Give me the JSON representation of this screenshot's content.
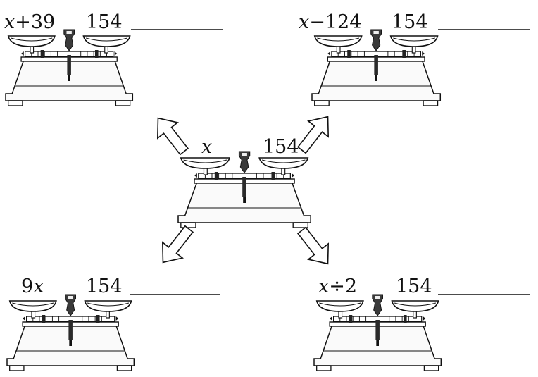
{
  "center": {
    "left_pan": "x",
    "right_pan": "154"
  },
  "scales": [
    {
      "id": "top-left",
      "left_var": "x",
      "left_op": "+39",
      "right_pan": "154",
      "answer": ""
    },
    {
      "id": "top-right",
      "left_var": "x",
      "left_op": "−124",
      "right_pan": "154",
      "answer": ""
    },
    {
      "id": "bottom-left",
      "left_prefix": "9",
      "left_var": "x",
      "right_pan": "154",
      "answer": ""
    },
    {
      "id": "bottom-right",
      "left_var": "x",
      "left_op": "÷2",
      "right_pan": "154",
      "answer": ""
    }
  ]
}
